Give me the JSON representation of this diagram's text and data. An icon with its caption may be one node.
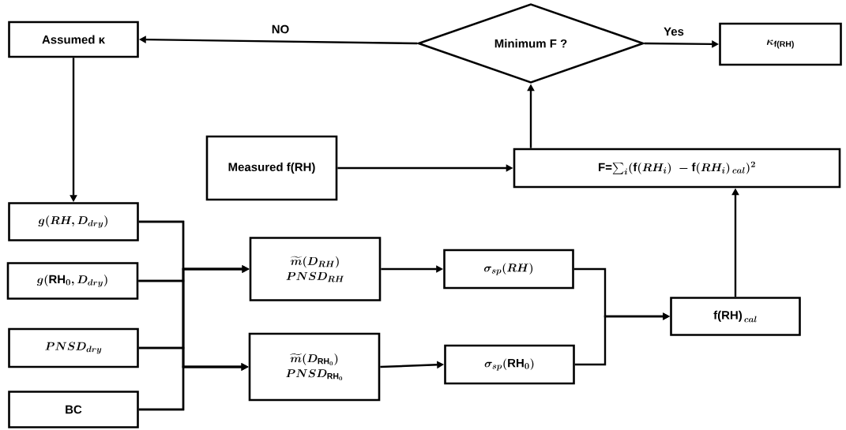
{
  "diagram": {
    "nodes": [
      {
        "text": [
          "Assumed κ"
        ]
      },
      {
        "text": [
          "Minimum F ?"
        ]
      },
      {
        "text": [
          "\\kappa_{\\text{f(RH)}}"
        ]
      },
      {
        "text": [
          "Measured f(RH)"
        ]
      },
      {
        "text": [
          "\\text{F=}{\\textstyle\\sum_{i}}(\\text{f}(RH_{i})\\;-\\text{f}(RH_{i})_{\\,cal})^{2}"
        ]
      },
      {
        "text": [
          "g(RH,D_{dry})"
        ]
      },
      {
        "text": [
          "g(\\mathrm{RH}_{\\mathbf{0}},D_{dry})"
        ]
      },
      {
        "text": [
          "PNSD_{dry}"
        ]
      },
      {
        "text": [
          "BC"
        ]
      },
      {
        "text": [
          "\\widetilde{m}(D_{RH})",
          "PNSD_{RH}"
        ]
      },
      {
        "text": [
          "\\widetilde{m}(D_{\\mathrm{RH}_{\\mathbf{0}}})",
          "PNSD_{\\mathrm{RH}_{\\mathbf{0}}}"
        ]
      },
      {
        "text": [
          "\\sigma_{sp}(RH)"
        ]
      },
      {
        "text": [
          "\\sigma_{sp}(\\mathrm{RH}_{\\mathbf{0}})"
        ]
      },
      {
        "text": [
          "\\text{f(RH)}_{\\,cal}"
        ]
      }
    ],
    "edges": [
      {
        "from": 1,
        "to": 0,
        "arrow": "to",
        "label": "NO"
      },
      {
        "from": 1,
        "to": 2,
        "arrow": "to",
        "label": "Yes"
      },
      {
        "from": 0,
        "to": 5,
        "arrow": "to"
      },
      {
        "from": 3,
        "to": 4,
        "arrow": "to"
      },
      {
        "from": 4,
        "to": 1,
        "arrow": "to"
      },
      {
        "from": 13,
        "to": 4,
        "arrow": "to"
      },
      {
        "from": 5,
        "to": 9,
        "arrow": "to"
      },
      {
        "from": 6,
        "to": 9,
        "arrow": "to"
      },
      {
        "from": 7,
        "to": 9,
        "arrow": "to"
      },
      {
        "from": 8,
        "to": 9,
        "arrow": "to"
      },
      {
        "from": 5,
        "to": 10,
        "arrow": "to"
      },
      {
        "from": 6,
        "to": 10,
        "arrow": "to"
      },
      {
        "from": 7,
        "to": 10,
        "arrow": "to"
      },
      {
        "from": 8,
        "to": 10,
        "arrow": "to"
      },
      {
        "from": 9,
        "to": 11,
        "arrow": "to"
      },
      {
        "from": 10,
        "to": 12,
        "arrow": "to"
      },
      {
        "from": 11,
        "to": 13,
        "arrow": "to"
      },
      {
        "from": 12,
        "to": 13,
        "arrow": "to"
      }
    ]
  }
}
